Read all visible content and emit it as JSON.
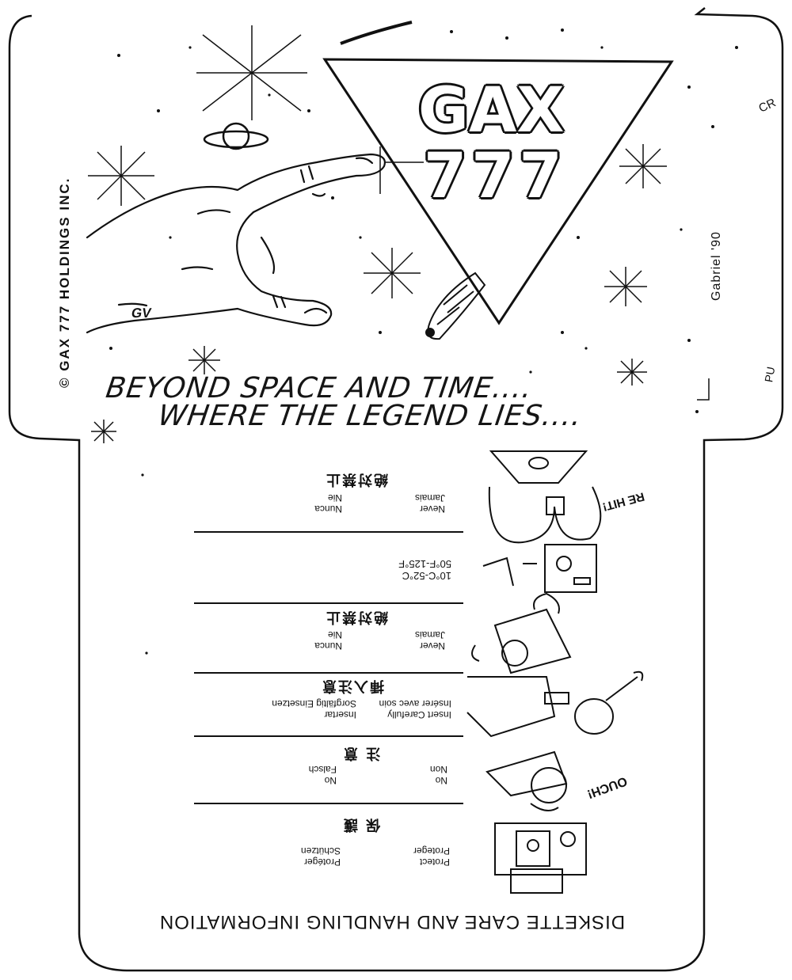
{
  "artwork": {
    "logo_line1": "GAX",
    "logo_line2": "777",
    "copyright": "© GAX 777 HOLDINGS INC.",
    "signature": "Gabriel '90",
    "initials": "GV",
    "slogan_line1": "BEYOND SPACE AND TIME....",
    "slogan_line2": "WHERE THE LEGEND LIES....",
    "margin_fragments": [
      "CR",
      "PU"
    ]
  },
  "care_panel": {
    "heading": "DISKETTE CARE AND HANDLING INFORMATION",
    "sections": [
      {
        "left_col": [
          "Protect",
          "Proteger"
        ],
        "right_col": [
          "Protéger",
          "Schützen"
        ],
        "kanji": "保 護"
      },
      {
        "left_col": [
          "No",
          "Non"
        ],
        "right_col": [
          "No",
          "Falsch"
        ],
        "kanji": "注 意",
        "exclaim": "OUCH!"
      },
      {
        "left_col": [
          "Insert Carefully",
          "Insérer avec soin"
        ],
        "right_col": [
          "Insertar",
          "Sorgfältig Einsetzen"
        ],
        "kanji": "挿入注意"
      },
      {
        "left_col": [
          "Never",
          "Jamais"
        ],
        "right_col": [
          "Nunca",
          "Nie"
        ],
        "kanji": "絶対禁止"
      },
      {
        "temp_line1": "10°C-52°C",
        "temp_line2": "50°F-125°F"
      },
      {
        "left_col": [
          "Never",
          "Jamais"
        ],
        "right_col": [
          "Nunca",
          "Nie"
        ],
        "kanji": "絶対禁止",
        "exclaim": "RE HIT!"
      }
    ]
  }
}
